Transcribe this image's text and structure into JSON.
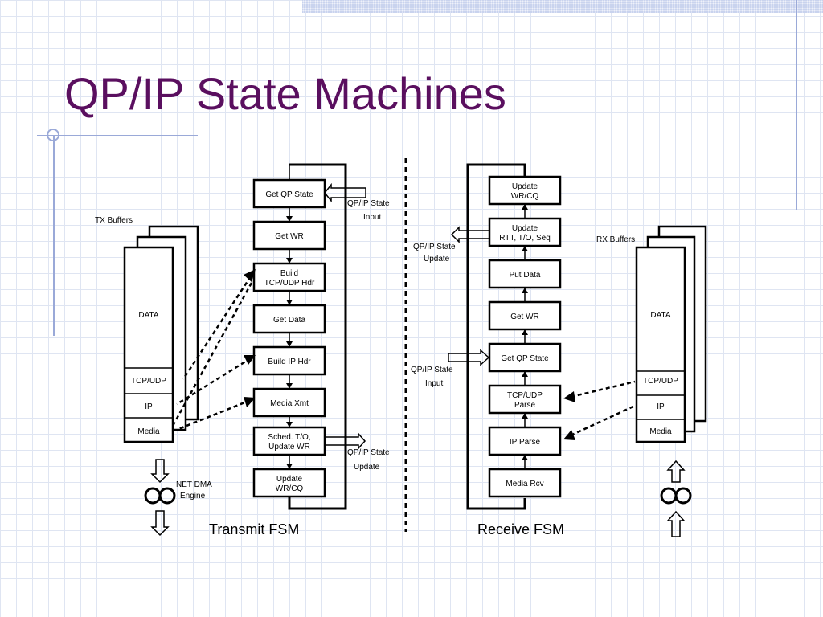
{
  "slide": {
    "title": "QP/IP State Machines"
  },
  "transmit": {
    "caption": "Transmit FSM",
    "tx_buffers_label": "TX Buffers",
    "buffer_sections": [
      "DATA",
      "TCP/UDP",
      "IP",
      "Media"
    ],
    "engine_label": [
      "NET DMA",
      "Engine"
    ],
    "state_input_label": [
      "QP/IP State",
      "Input"
    ],
    "state_update_label": [
      "QP/IP State",
      "Update"
    ],
    "states": [
      [
        "Get QP State"
      ],
      [
        "Get WR"
      ],
      [
        "Build",
        "TCP/UDP Hdr"
      ],
      [
        "Get Data"
      ],
      [
        "Build IP Hdr"
      ],
      [
        "Media Xmt"
      ],
      [
        "Sched. T/O,",
        "Update WR"
      ],
      [
        "Update",
        "WR/CQ"
      ]
    ]
  },
  "receive": {
    "caption": "Receive FSM",
    "rx_buffers_label": "RX Buffers",
    "buffer_sections": [
      "DATA",
      "TCP/UDP",
      "IP",
      "Media"
    ],
    "state_update_label": [
      "QP/IP State",
      "Update"
    ],
    "state_input_label": [
      "QP/IP State",
      "Input"
    ],
    "states": [
      [
        "Update",
        "WR/CQ"
      ],
      [
        "Update",
        "RTT, T/O, Seq"
      ],
      [
        "Put Data"
      ],
      [
        "Get WR"
      ],
      [
        "Get QP State"
      ],
      [
        "TCP/UDP",
        "Parse"
      ],
      [
        "IP Parse"
      ],
      [
        "Media Rcv"
      ]
    ]
  }
}
